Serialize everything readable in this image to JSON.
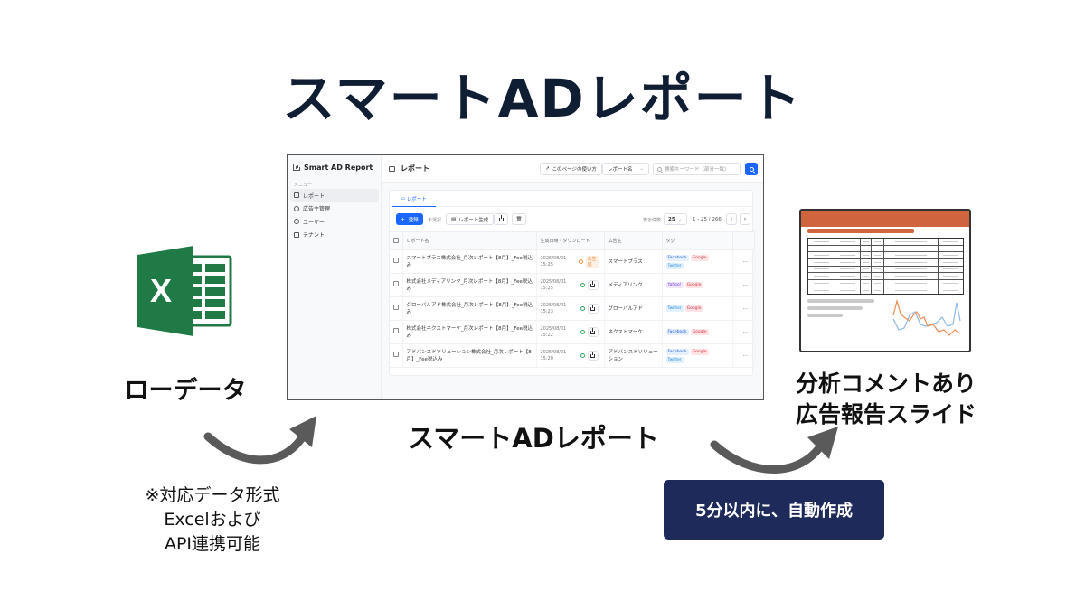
{
  "header": {
    "title": "スマートADレポート"
  },
  "left": {
    "icon": "excel-icon",
    "icon_letter": "X",
    "caption": "ローデータ",
    "note_lines": [
      "※対応データ形式",
      "Excelおよび",
      "API連携可能"
    ]
  },
  "center": {
    "caption": "スマートADレポート"
  },
  "right": {
    "caption_lines": [
      "分析コメントあり",
      "広告報告スライド"
    ],
    "cta_label": "5分以内に、自動作成"
  },
  "colors": {
    "title": "#0f1e33",
    "primary": "#1a66ff",
    "cta_bg": "#1e2a5a",
    "slide_accent": "#d0643e",
    "excel_green": "#1f7a45"
  },
  "app": {
    "brand": "Smart AD Report",
    "menu_label": "メニュー",
    "nav": [
      {
        "label": "レポート",
        "icon": "file-icon",
        "active": true
      },
      {
        "label": "広告主管理",
        "icon": "gear-icon",
        "active": false
      },
      {
        "label": "ユーザー",
        "icon": "users-icon",
        "active": false
      },
      {
        "label": "テナント",
        "icon": "building-icon",
        "active": false
      }
    ],
    "topbar": {
      "page_title": "レポート",
      "howto_label": "このページの使い方",
      "select_value": "レポート名",
      "search_placeholder": "検索キーワード（部分一致）"
    },
    "tab_label": "レポート",
    "toolbar": {
      "register_label": "登録",
      "unselected_label": "未選択",
      "generate_label": "レポート生成",
      "per_page_label": "表示件数",
      "per_page_value": "25",
      "range": "1 - 25 / 266",
      "prev": "‹",
      "next": "›"
    },
    "table": {
      "columns": [
        "レポート名",
        "生成日時・ダウンロード",
        "広告主",
        "タグ"
      ],
      "rows": [
        {
          "name": "スマートプラス株式会社_月次レポート【8月】_Fee税込み",
          "date": "2025/08/01",
          "time": "15:25",
          "status": "未生成",
          "advertiser": "スマートプラス",
          "tags": [
            "Facebook",
            "Google",
            "Twitter"
          ]
        },
        {
          "name": "株式会社メディアリンク_月次レポート【8月】_Fee税込み",
          "date": "2025/08/01",
          "time": "15:25",
          "status": "done",
          "advertiser": "メディアリンク",
          "tags": [
            "Yahoo!",
            "Google"
          ]
        },
        {
          "name": "グローバルアド株式会社_月次レポート【8月】_Fee税込み",
          "date": "2025/08/01",
          "time": "15:23",
          "status": "done",
          "advertiser": "グローバルアド",
          "tags": [
            "Twitter",
            "Google"
          ]
        },
        {
          "name": "株式会社ネクストマーケ_月次レポート【8月】_Fee税込み",
          "date": "2025/08/01",
          "time": "15:22",
          "status": "done",
          "advertiser": "ネクストマーケ",
          "tags": [
            "Facebook",
            "Google"
          ]
        },
        {
          "name": "アドバンスドソリューション株式会社_月次レポート【8月】_Fee税込み",
          "date": "2025/08/01",
          "time": "15:20",
          "status": "done",
          "advertiser": "アドバンスドソリューション",
          "tags": [
            "Facebook",
            "Google",
            "Twitter"
          ]
        }
      ],
      "row_action": "⋯"
    }
  }
}
